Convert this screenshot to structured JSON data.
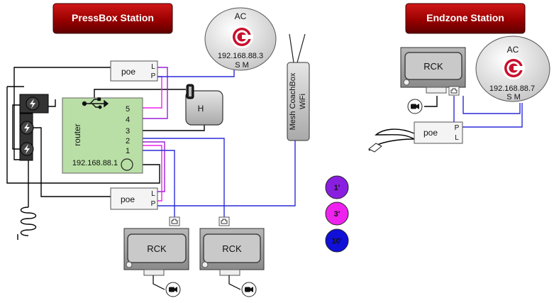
{
  "stations": {
    "pressbox": "PressBox Station",
    "endzone": "Endzone Station"
  },
  "ac_pressbox": {
    "label": "AC",
    "ip": "192.168.88.3",
    "ports": "S M"
  },
  "ac_endzone": {
    "label": "AC",
    "ip": "192.168.88.7",
    "ports": "S M"
  },
  "poe_top": {
    "label": "poe",
    "port_l": "L",
    "port_p": "P"
  },
  "poe_bottom": {
    "label": "poe",
    "port_l": "L",
    "port_p": "P"
  },
  "poe_endzone": {
    "label": "poe",
    "port_p": "P",
    "port_l": "L"
  },
  "router": {
    "label": "router",
    "ip": "192.168.88.1",
    "ports": [
      "5",
      "4",
      "3",
      "2",
      "1"
    ]
  },
  "hub": {
    "label": "H"
  },
  "mesh": {
    "line1": "Mesh CoachBox",
    "line2": "WiFi"
  },
  "rck_left": {
    "label": "RCK"
  },
  "rck_right": {
    "label": "RCK"
  },
  "rck_endzone": {
    "label": "RCK"
  },
  "legend": [
    "1'",
    "3'",
    "10'"
  ],
  "colors": {
    "title_fill": "#a00000",
    "router_fill": "#b9dfa6",
    "cable_blue": "#2a2ad8",
    "cable_purple": "#9b1fd6",
    "legend_1": "#8a1ee0",
    "legend_3": "#ee22ee",
    "legend_10": "#1010d8",
    "ac_red": "#c8102e"
  },
  "icons": [
    "usb-icon",
    "lightning-icon",
    "camera-icon",
    "ethernet-icon",
    "power-plug-icon",
    "antenna-icon"
  ]
}
